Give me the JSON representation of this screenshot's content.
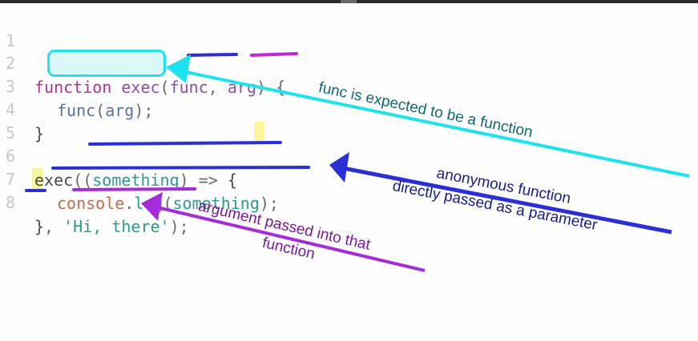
{
  "line_numbers": [
    "1",
    "2",
    "3",
    "4",
    "5",
    "6",
    "7",
    "8"
  ],
  "code": {
    "line2": {
      "kw": "function",
      "name": "exec",
      "open": "(",
      "p1": "func",
      "comma": ", ",
      "p2": "arg",
      "close": ") {"
    },
    "line3": {
      "call": "func",
      "open": "(",
      "arg": "arg",
      "close": ");"
    },
    "line4": {
      "text": "}"
    },
    "line6": {
      "call": "exec",
      "open": "((",
      "param": "something",
      "arrow": ") =>",
      "brace": "{"
    },
    "line7": {
      "obj": "console",
      "dot": ".",
      "method": "log",
      "open": "(",
      "arg": "something",
      "close": ");"
    },
    "line8": {
      "brace": "}",
      "comma": ", ",
      "str": "'Hi, there'",
      "close": ");"
    }
  },
  "annotations": {
    "func_expected": "func is expected to be a function",
    "anon_line1": "anonymous function",
    "anon_line2": "directly passed as a parameter",
    "arg_line1": "argument passed into that",
    "arg_line2": "function"
  },
  "colors": {
    "teal": "#1ee3ee",
    "navy": "#2b2fd6",
    "purple": "#a52cd8"
  }
}
